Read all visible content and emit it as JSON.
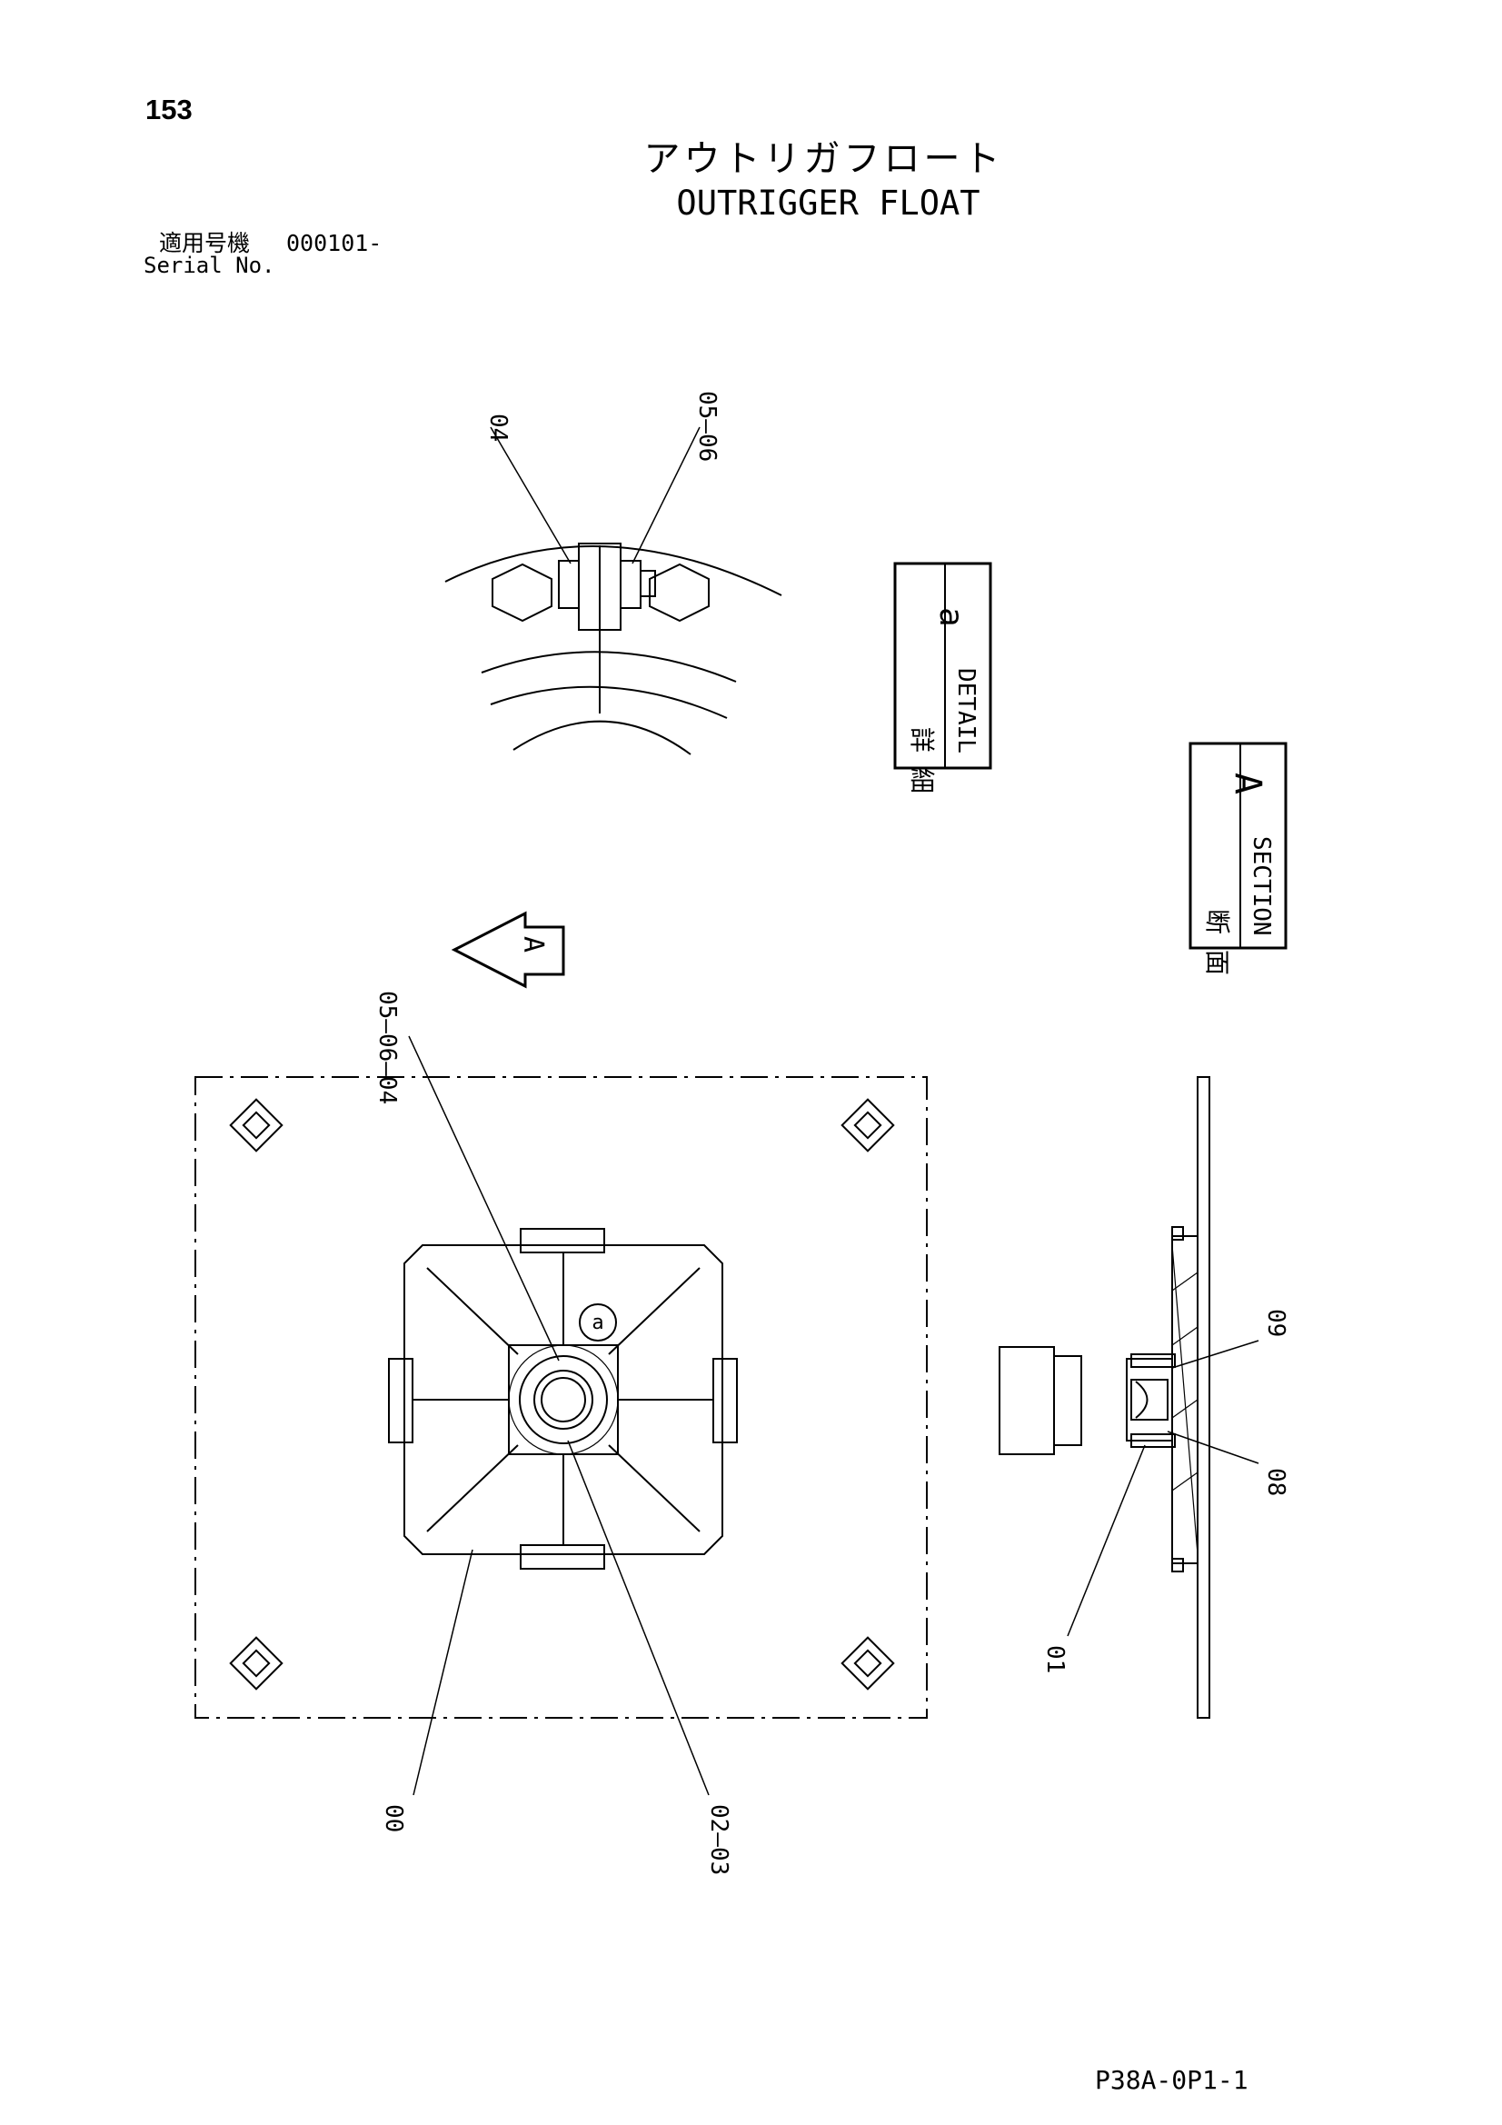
{
  "header": {
    "page_number": "153",
    "title_jp": "アウトリガフロート",
    "title_en": "OUTRIGGER FLOAT",
    "serial_label_jp": "適用号機",
    "serial_value": "000101-",
    "serial_label_en": "Serial No."
  },
  "detail_box": {
    "jp": "詳 細",
    "en": "DETAIL",
    "mark": "a"
  },
  "section_box": {
    "jp": "断 面",
    "en": "SECTION",
    "mark": "A"
  },
  "view_arrow": {
    "mark": "A"
  },
  "circle_marker": {
    "mark": "a"
  },
  "callouts": {
    "detail_04": "04",
    "detail_05_06": "05–06",
    "plan_05_06_04": "05–06–04",
    "plan_00": "00",
    "plan_02_03": "02–03",
    "section_09": "09",
    "section_08": "08",
    "section_01": "01"
  },
  "footer": {
    "doc_code": "P38A-0P1-1"
  }
}
